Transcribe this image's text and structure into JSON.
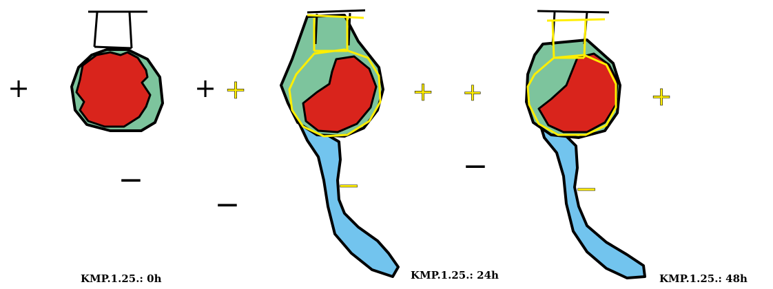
{
  "panels": [
    {
      "caption": "KMP.1.25.: 0h"
    },
    {
      "caption": "KMP.1.25.: 24h"
    },
    {
      "caption": "KMP.1.25.: 48h"
    }
  ],
  "signs": {
    "plus": "+",
    "minus": "−"
  },
  "colors": {
    "outline": "#000000",
    "nucleus": "#d9241c",
    "cytoplasm": "#7dc49d",
    "tail": "#72c4ee",
    "overlay": "#ffee00"
  }
}
